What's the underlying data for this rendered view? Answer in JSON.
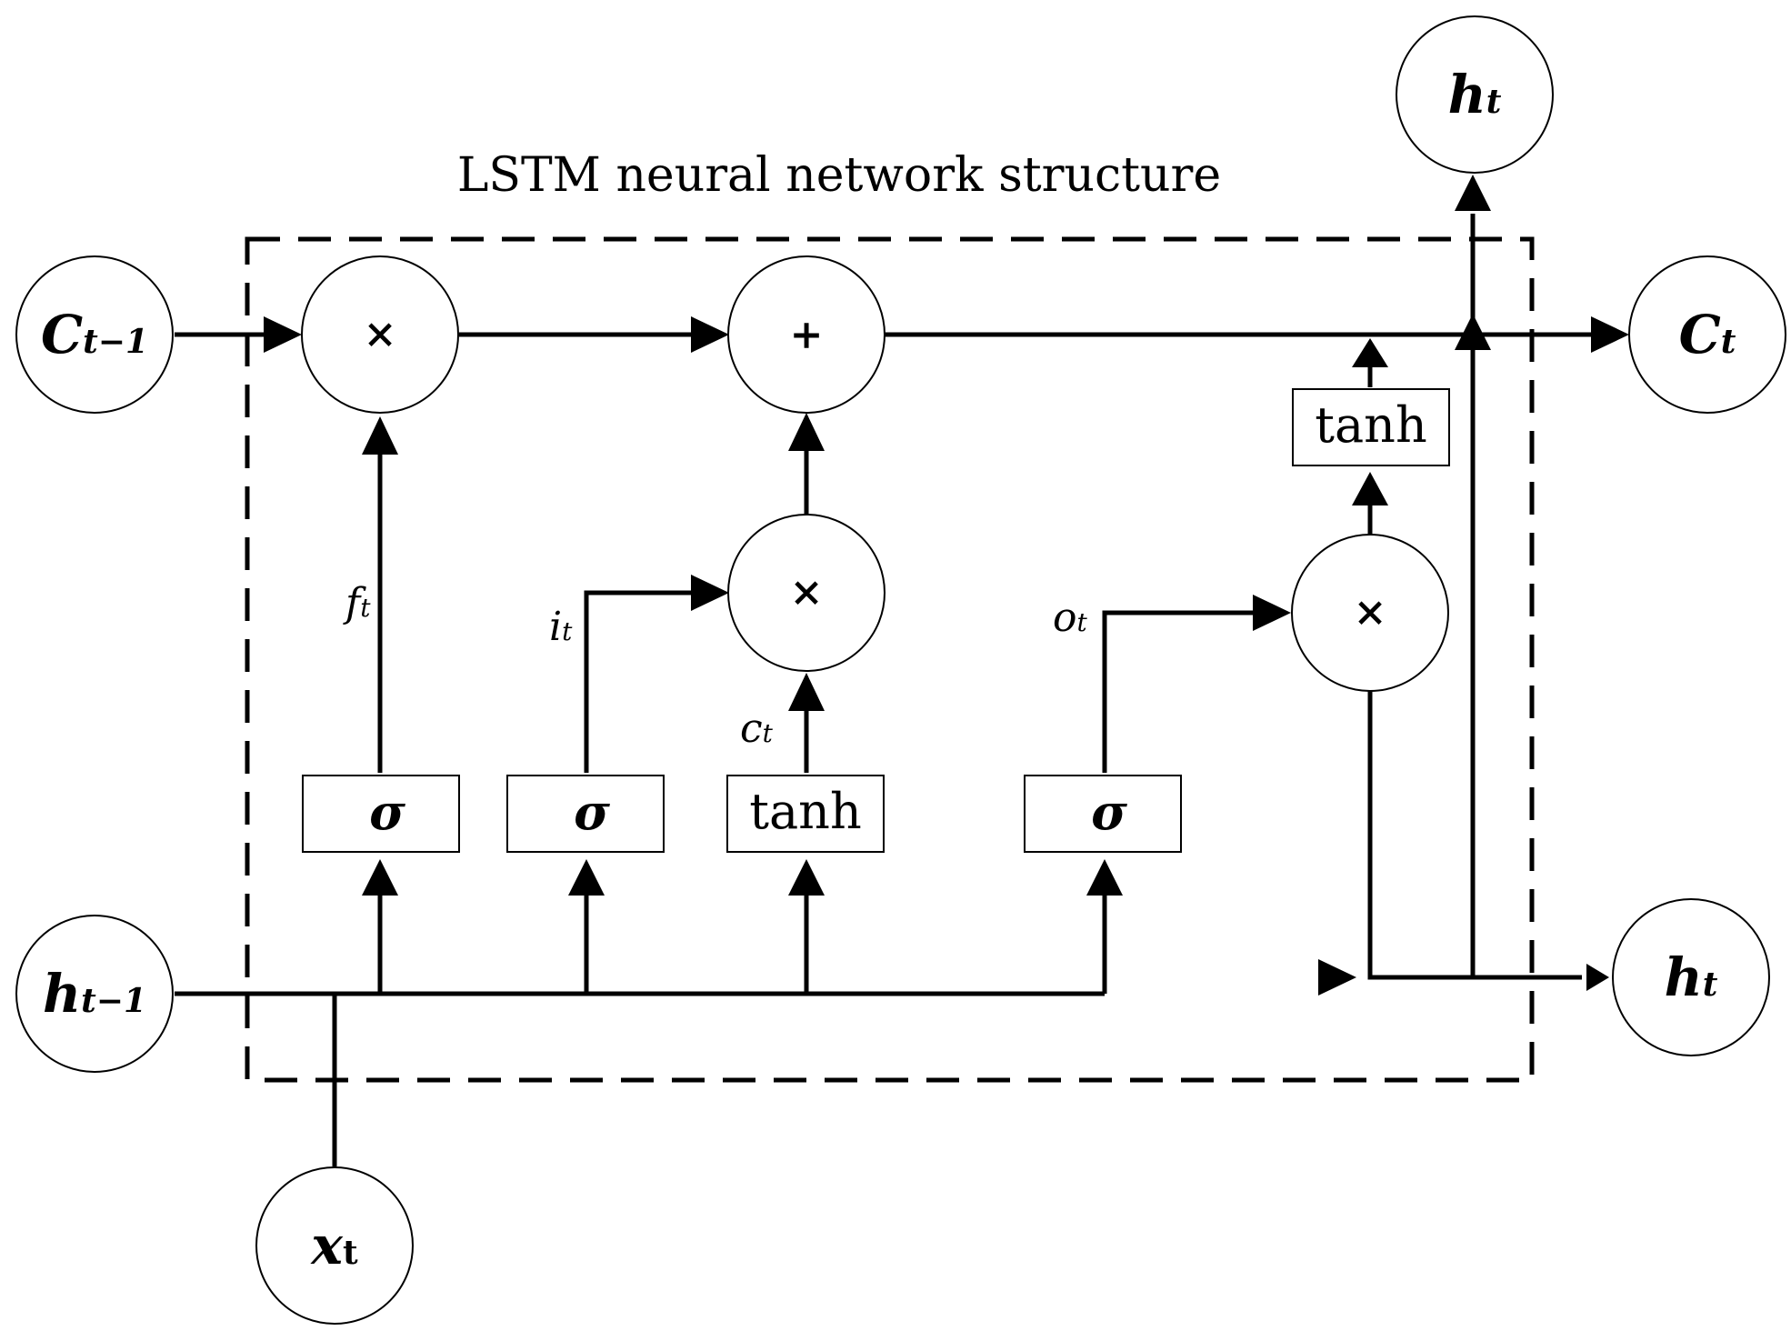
{
  "title": "LSTM neural network structure",
  "nodes": {
    "c_prev": {
      "var": "C",
      "sub": "t−1"
    },
    "c_next": {
      "var": "C",
      "sub": "t"
    },
    "h_prev": {
      "var": "h",
      "sub": "t−1"
    },
    "h_next": {
      "var": "h",
      "sub": "t"
    },
    "h_top": {
      "var": "h",
      "sub": "t"
    },
    "x_t": {
      "var": "x",
      "sub": "t"
    }
  },
  "operators": {
    "forget_mult": "×",
    "cell_add": "+",
    "input_mult": "×",
    "output_mult": "×"
  },
  "boxes": {
    "forget_sigma": "σ",
    "input_sigma": "σ",
    "cand_tanh": "tanh",
    "output_sigma": "σ",
    "cell_tanh": "tanh"
  },
  "gate_labels": {
    "forget": {
      "var": "f",
      "sub": "t"
    },
    "input": {
      "var": "i",
      "sub": "t"
    },
    "candidate": {
      "var": "c",
      "sub": "t"
    },
    "output": {
      "var": "o",
      "sub": "t"
    }
  }
}
